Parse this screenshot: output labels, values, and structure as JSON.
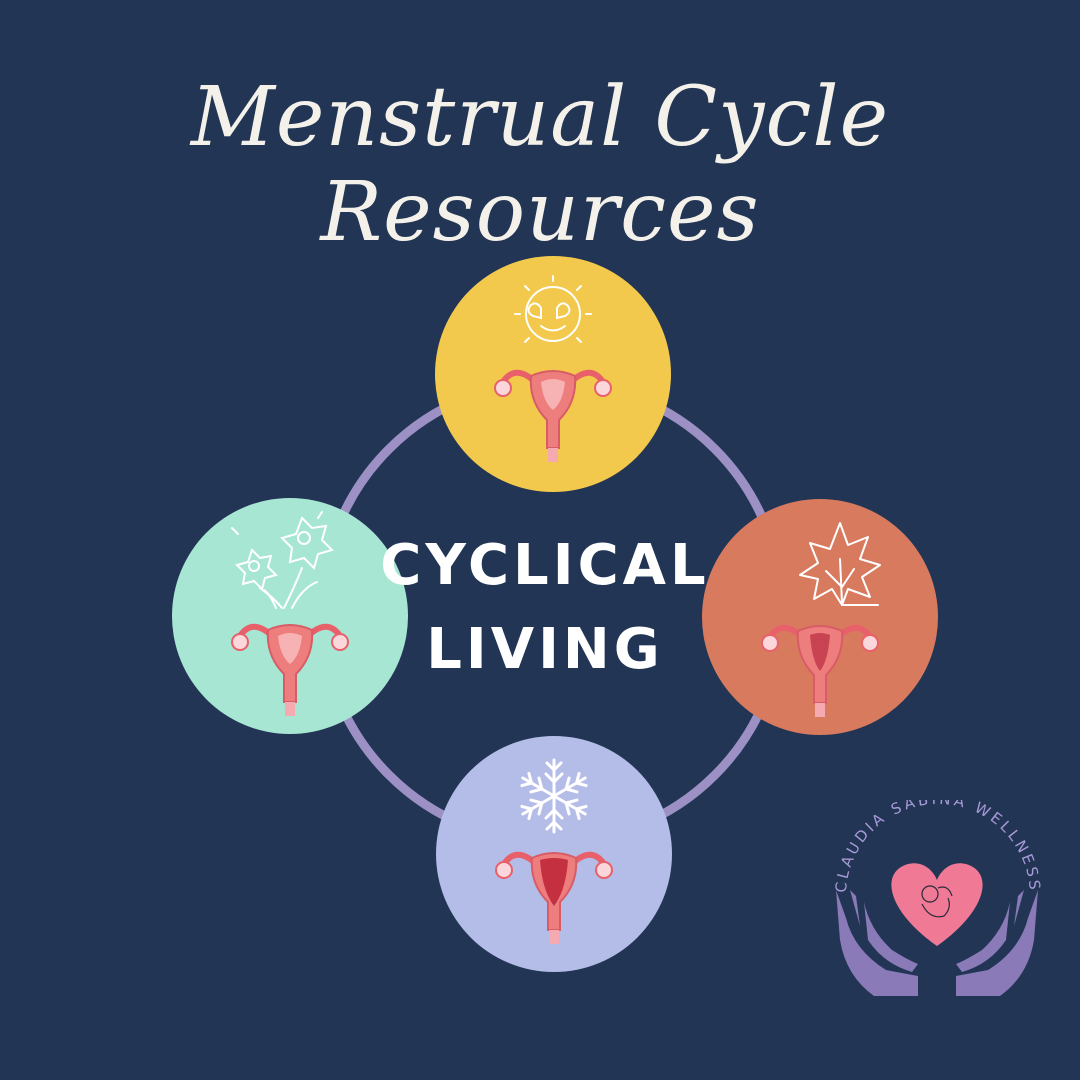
{
  "title": "Menstrual Cycle Resources",
  "center": {
    "line1": "CYCLICAL",
    "line2": "LIVING"
  },
  "logo": {
    "text": "CLAUDIA SABINA WELLNESS"
  },
  "phases": [
    {
      "name": "summer",
      "icon": "sun-icon",
      "color": "#f2c94c"
    },
    {
      "name": "spring",
      "icon": "flower-icon",
      "color": "#a8e6d4"
    },
    {
      "name": "autumn",
      "icon": "maple-leaf-icon",
      "color": "#d87a5e"
    },
    {
      "name": "winter",
      "icon": "snowflake-icon",
      "color": "#b4bde8"
    }
  ],
  "colors": {
    "background": "#223555",
    "ring": "#9c90c4",
    "uterus": "#ee7d7e",
    "heart": "#f07a96",
    "hands": "#8a7ab8"
  }
}
